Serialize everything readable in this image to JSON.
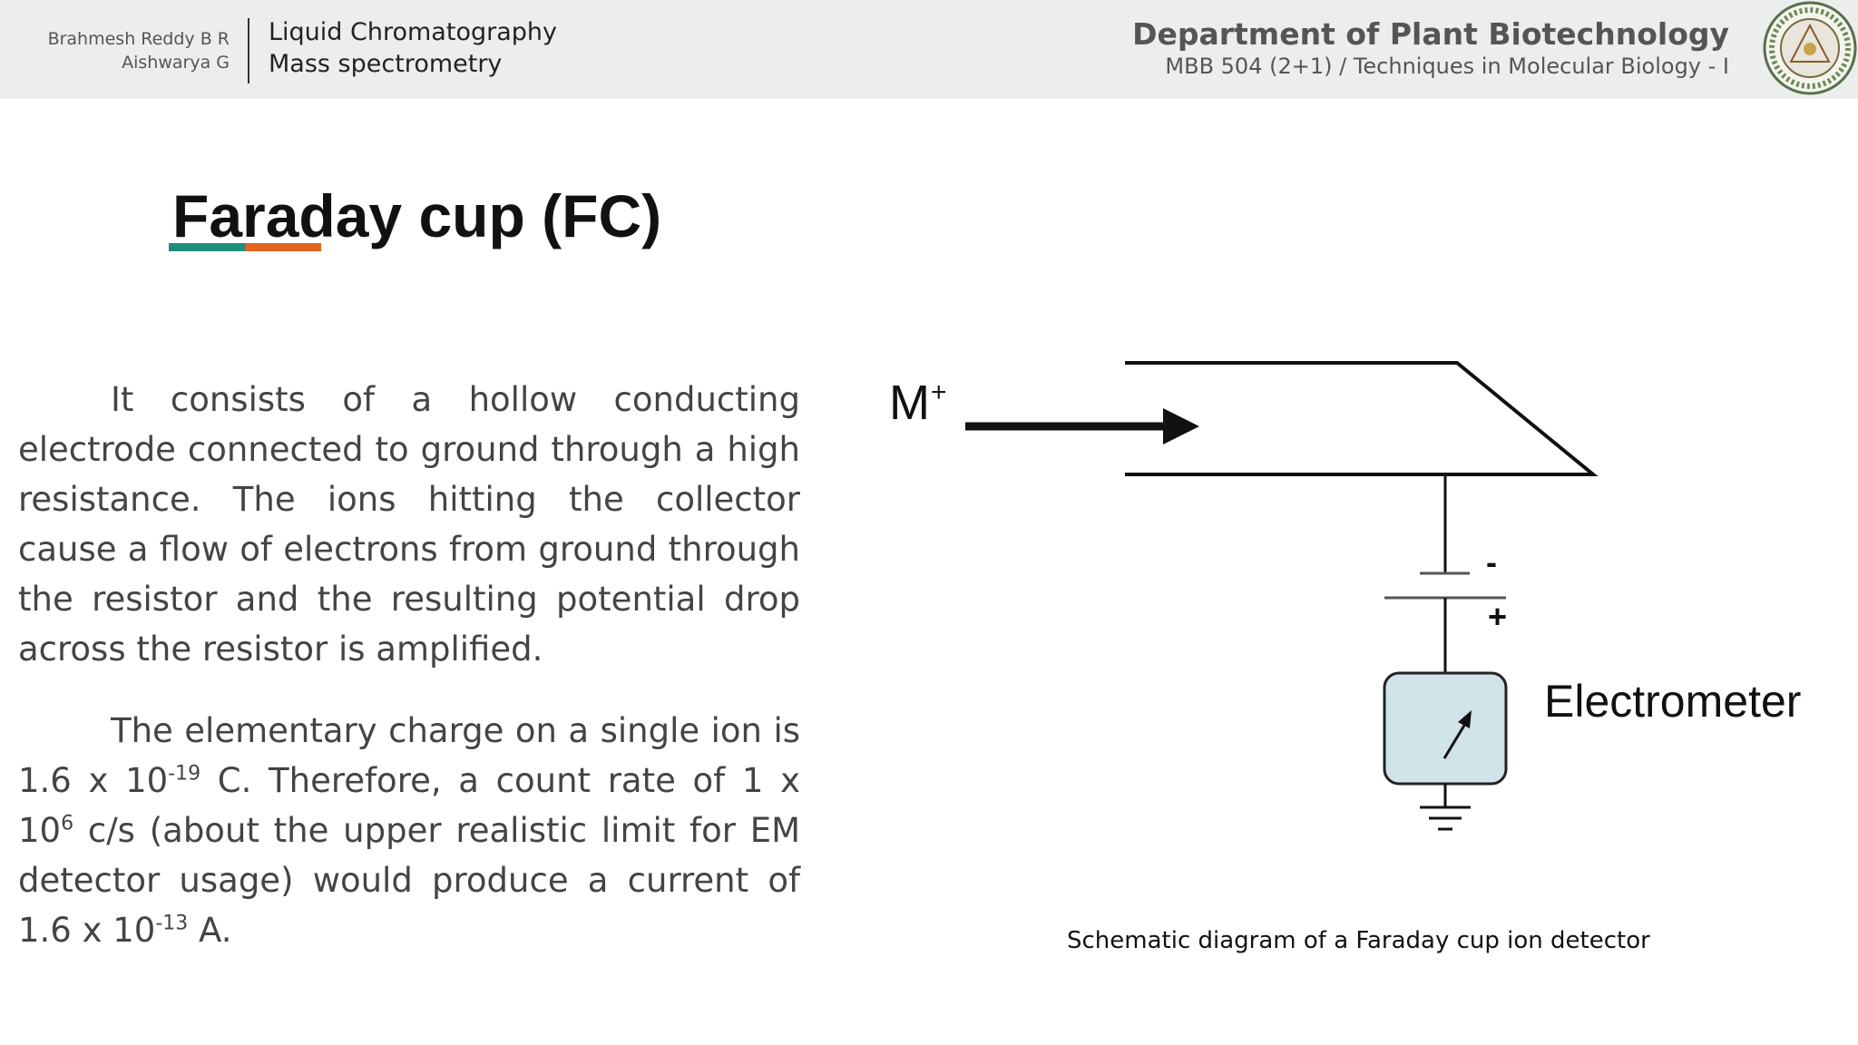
{
  "header": {
    "authors": [
      "Brahmesh Reddy B R",
      "Aishwarya G"
    ],
    "topic": [
      "Liquid Chromatography",
      "Mass spectrometry"
    ],
    "department": "Department of Plant Biotechnology",
    "course": "MBB 504 (2+1) / Techniques in Molecular Biology - I"
  },
  "slide": {
    "title": "Faraday cup (FC)",
    "paragraph1": "It consists of a hollow conducting electrode connected to ground through a high resistance. The ions hitting the collector cause a flow of electrons from ground through the resistor and the resulting potential drop across the resistor is amplified.",
    "paragraph2": {
      "t1": "The elementary charge on a single ion is 1.6 x 10",
      "s1": "-19",
      "t2": " C. Therefore, a count rate of 1 x 10",
      "s2": "6",
      "t3": " c/s (about the upper realistic limit for EM detector usage) would produce a current of 1.6 x 10",
      "s3": "-13",
      "t4": " A."
    }
  },
  "diagram": {
    "ion_label": "M",
    "ion_charge": "+",
    "minus_label": "-",
    "plus_label": "+",
    "meter_label": "Electrometer",
    "meter_fill": "#cfe3e8"
  },
  "caption": "Schematic diagram of a Faraday cup ion detector",
  "colors": {
    "accent_teal": "#1f8f7a",
    "accent_orange": "#e2641e"
  }
}
